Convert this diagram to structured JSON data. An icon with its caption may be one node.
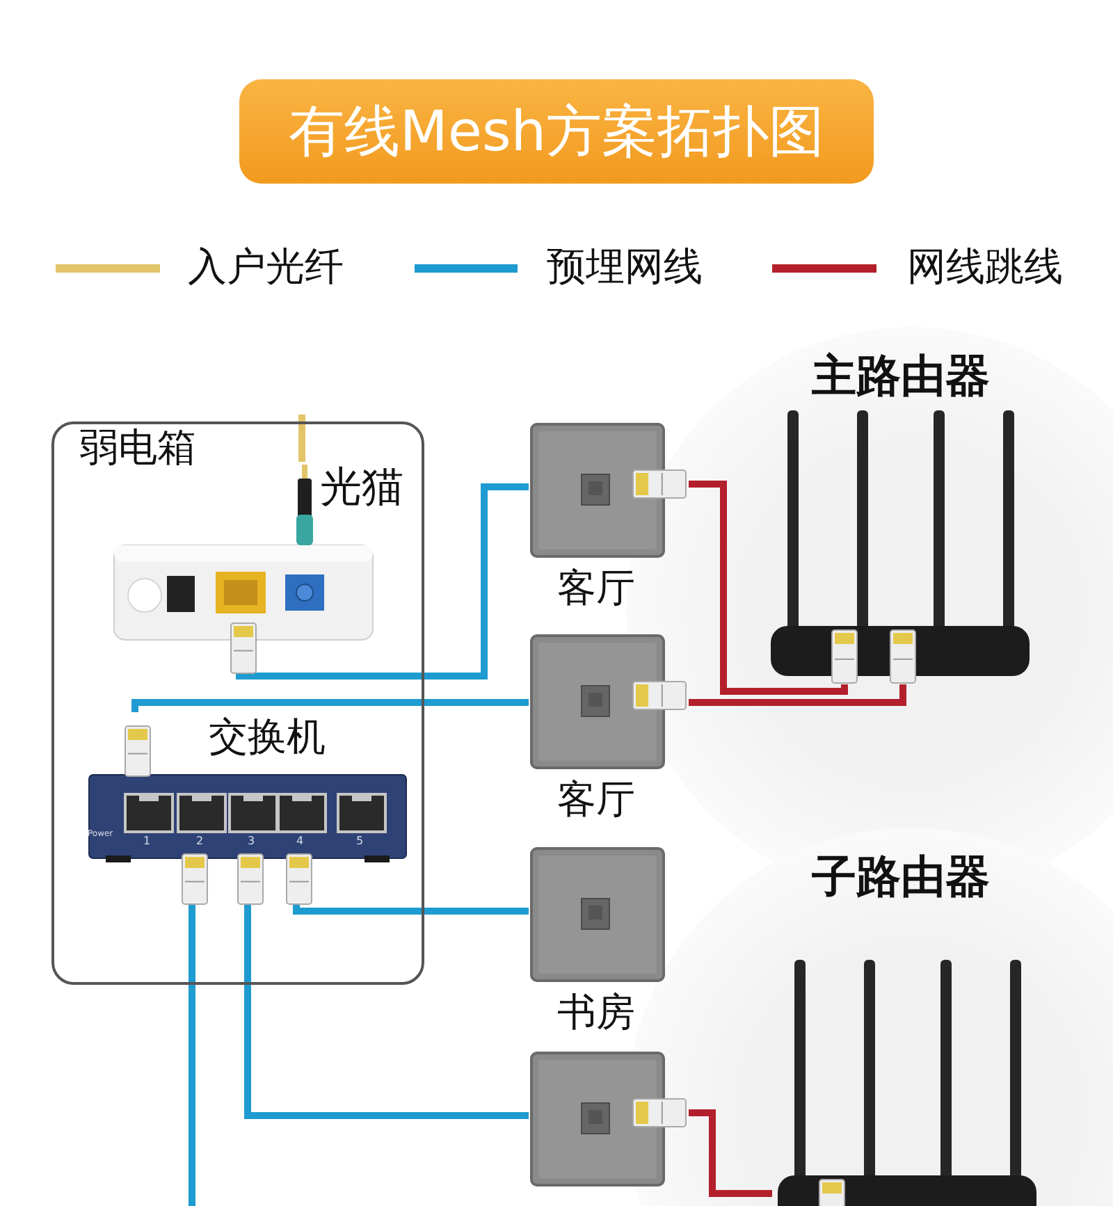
{
  "diagram": {
    "title": "有线Mesh方案拓扑图",
    "nodes": [
      {
        "text": [
          "弱电箱"
        ]
      },
      {
        "text": [
          "光猫"
        ],
        "in": 0
      },
      {
        "text": [
          "交换机"
        ],
        "in": 0
      },
      {
        "text": [
          "客厅"
        ]
      },
      {
        "text": [
          "客厅"
        ]
      },
      {
        "text": [
          "主路由器"
        ]
      },
      {
        "text": [
          "书房"
        ]
      },
      {
        "text": [],
        "shape": "box"
      },
      {
        "text": [
          "子路由器"
        ]
      }
    ],
    "edges": [
      {
        "from": null,
        "to": 1,
        "arrow": "none",
        "color": "#e2c46a"
      },
      {
        "from": 1,
        "to": 3,
        "arrow": "none"
      },
      {
        "from": 4,
        "to": 2,
        "arrow": "none"
      },
      {
        "from": 3,
        "to": 5,
        "arrow": "none",
        "color": "#b3202c"
      },
      {
        "from": 4,
        "to": 5,
        "arrow": "none",
        "color": "#b3202c"
      },
      {
        "from": 2,
        "to": 6,
        "arrow": "none"
      },
      {
        "from": 2,
        "to": 7,
        "arrow": "none"
      },
      {
        "from": 2,
        "to": null,
        "arrow": "none"
      },
      {
        "from": 7,
        "to": 8,
        "arrow": "none",
        "color": "#b3202c"
      }
    ],
    "labels": [
      "1",
      "2",
      "3",
      "4",
      "5",
      "Power"
    ],
    "legend": [
      {
        "text": "入户光纤"
      },
      {
        "text": "预埋网线"
      },
      {
        "text": "网线跳线"
      }
    ]
  }
}
